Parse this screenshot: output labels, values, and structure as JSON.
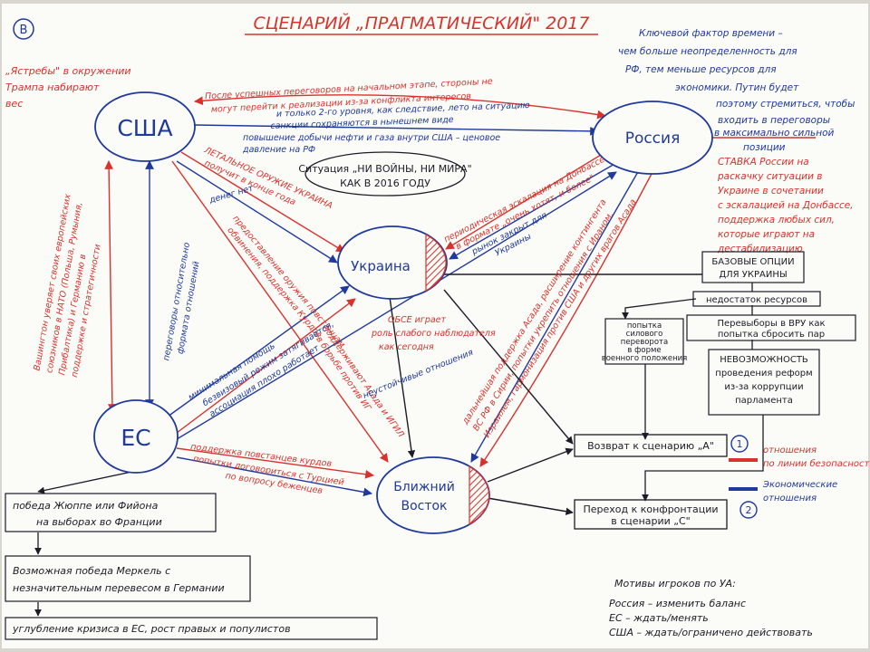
{
  "title": "СЦЕНАРИЙ „ПРАГМАТИЧЕСКИЙ\" 2017",
  "variant_badge": "В",
  "nodes": {
    "usa": "США",
    "russia": "Россия",
    "ukraine": "Украина",
    "eu": "ЕС",
    "middle_east": [
      "Ближний",
      "Восток"
    ]
  },
  "center_situation": [
    "Ситуация „НИ ВОЙНЫ, НИ МИРА\"",
    "КАК В 2016 ГОДУ"
  ],
  "top_left_note": [
    "„Ястребы\" в окружении",
    "Трампа набирают",
    "вес"
  ],
  "top_right_note": [
    "Ключевой фактор времени –",
    "чем больше неопределенность для",
    "РФ, тем меньше ресурсов для",
    "экономики. Путин будет",
    "поэтому стремиться, чтобы",
    "входить в переговоры",
    "в максимально сильной",
    "позиции"
  ],
  "russia_stake_note": [
    "СТАВКА России на",
    "раскачку ситуации в",
    "Украине в сочетании",
    "с эскалацией на Донбассе,",
    "поддержка любых сил,",
    "которые играют на",
    "дестабилизацию"
  ],
  "edge_labels": {
    "usa_russia_1": [
      "После успешных переговоров на начальном этапе, стороны не",
      "могут перейти к реализации из-за конфликта интересов"
    ],
    "usa_russia_2": [
      "и только 2-го уровня, как следствие, лето на ситуацию",
      "санкции сохраняются в нынешнем виде"
    ],
    "usa_russia_3": [
      "повышение добычи нефти и газа внутри США – ценовое",
      "давление на РФ"
    ],
    "usa_ukraine_1": [
      "ЛЕТАЛЬНОЕ ОРУЖИЕ УКРАИНА",
      "получит в конце года"
    ],
    "usa_ukraine_2": "денег нет",
    "russia_ukraine_1": [
      "периодическая эскалация на Донбассе",
      "в формате „очень хотят, и более\""
    ],
    "russia_ukraine_2": [
      "рынок закрыт для",
      "Украины"
    ],
    "usa_eu_1": [
      "Вашингтон уверяет своих европейских",
      "союзников в НАТО (Польша, Румыния,",
      "Прибалтика) и Германию в",
      "поддержке и стратегичности"
    ],
    "usa_eu_2": [
      "переговоры относительно",
      "формата отношений"
    ],
    "usa_me_1": [
      "предоставление оружия повстанцам",
      "обвинения, поддержка Курдов"
    ],
    "usa_me_2": [
      "поддерживают Асада и ИГИЛ",
      "в борьбе против ИГ"
    ],
    "eu_ukraine_1": [
      "минимальная помощь",
      "безвизовый режим затягивается,",
      "ассоциация плохо работает"
    ],
    "osce": [
      "ОБСЕ играет",
      "роль слабого наблюдателя",
      "как сегодня"
    ],
    "eu_ukraine_2": "неустойчивые отношения",
    "eu_me_1": "поддержка повстанцев курдов",
    "eu_me_2": [
      "попытки договориться с Турцией",
      "по вопросу беженцев"
    ],
    "russia_me": [
      "дальнейшая поддержка Асада, расширение контингента",
      "ВС РФ в Сирии, попытки укрепить отношения с Ираном,",
      "Израилем, гармонизация против США и других врагов Асада"
    ]
  },
  "base_options": {
    "header": [
      "БАЗОВЫЕ ОПЦИИ",
      "ДЛЯ УКРАИНЫ"
    ],
    "items": [
      "недостаток ресурсов",
      [
        "Перевыборы в ВРУ как",
        "попытка сбросить пар"
      ],
      [
        "НЕВОЗМОЖНОСТЬ",
        "проведения реформ",
        "из-за коррупции",
        "парламента"
      ]
    ],
    "coup": [
      "попытка",
      "силового",
      "переворота",
      "в форме",
      "военного положения"
    ]
  },
  "outcomes": {
    "a": "Возврат к сценарию „А\"",
    "a_num": "1",
    "c": [
      "Переход к конфронтации",
      "в сценарии „С\""
    ],
    "c_num": "2"
  },
  "eu_chain": [
    [
      "победа Жюппе или Фийона",
      "на выборах во Франции"
    ],
    [
      "Возможная победа Меркель с",
      "незначительным перевесом в Германии"
    ],
    "углубление кризиса в ЕС, рост правых и популистов"
  ],
  "legend": {
    "red_label": [
      "отношения",
      "по линии безопасности"
    ],
    "blue_label": [
      "Экономические",
      "отношения"
    ]
  },
  "motives": {
    "title": "Мотивы игроков по УА:",
    "rows": [
      "Россия – изменить баланс",
      "ЕС – ждать/менять",
      "США – ждать/ограничено действовать"
    ]
  },
  "colors": {
    "red": "#d8322c",
    "blue": "#1f3a9c",
    "ink": "#1c1c28",
    "paper": "#fbfbf8"
  }
}
